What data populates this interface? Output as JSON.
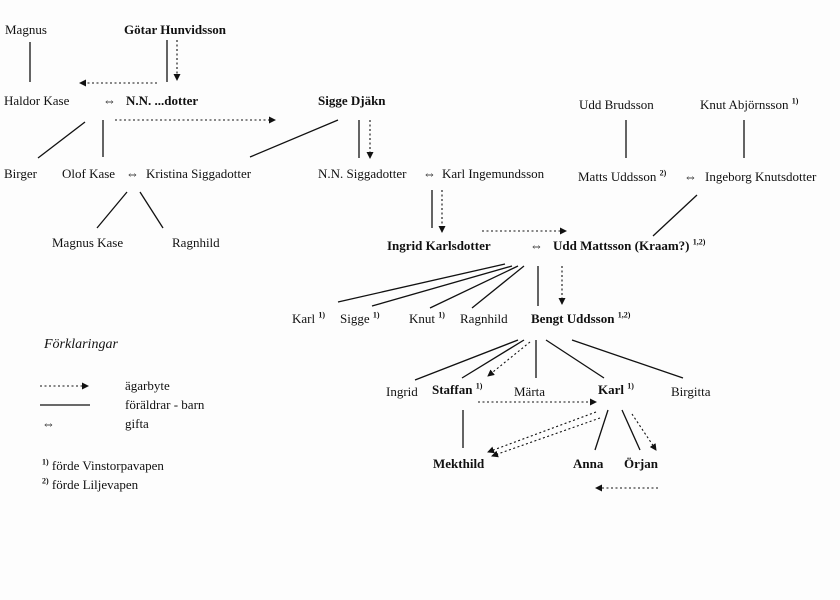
{
  "persons": {
    "magnus": "Magnus",
    "gotar": "Götar Hunvidsson",
    "haldor": "Haldor Kase",
    "nn_dotter": "N.N. ...dotter",
    "sigge_djakn": "Sigge Djäkn",
    "udd_brudsson": "Udd Brudsson",
    "knut_abjornsson": "Knut Abjörnsson",
    "birger": "Birger",
    "olof_kase": "Olof Kase",
    "kristina": "Kristina Siggadotter",
    "nn_siggadotter": "N.N. Siggadotter",
    "karl_ingemundsson": "Karl Ingemundsson",
    "matts_uddsson": "Matts Uddsson",
    "ingeborg": "Ingeborg Knutsdotter",
    "magnus_kase": "Magnus Kase",
    "ragnhild_1": "Ragnhild",
    "ingrid_karlsdotter": "Ingrid Karlsdotter",
    "udd_mattsson": "Udd Mattsson (Kraam?)",
    "karl_1": "Karl",
    "sigge": "Sigge",
    "knut": "Knut",
    "ragnhild_2": "Ragnhild",
    "bengt": "Bengt Uddsson",
    "ingrid": "Ingrid",
    "staffan": "Staffan",
    "marta": "Märta",
    "karl_2": "Karl",
    "birgitta": "Birgitta",
    "mekthild": "Mekthild",
    "anna": "Anna",
    "orjan": "Örjan"
  },
  "marks": {
    "married": "⇔",
    "note1": "1)",
    "note2": "2)",
    "note12": "1,2)"
  },
  "legend": {
    "title": "Förklaringar",
    "owner_change": "ägarbyte",
    "parents_child": "föräldrar - barn",
    "married": "gifta",
    "note1_mark": "1)",
    "note1_text": "förde Vinstorpavapen",
    "note2_mark": "2)",
    "note2_text": "förde Liljevapen"
  }
}
